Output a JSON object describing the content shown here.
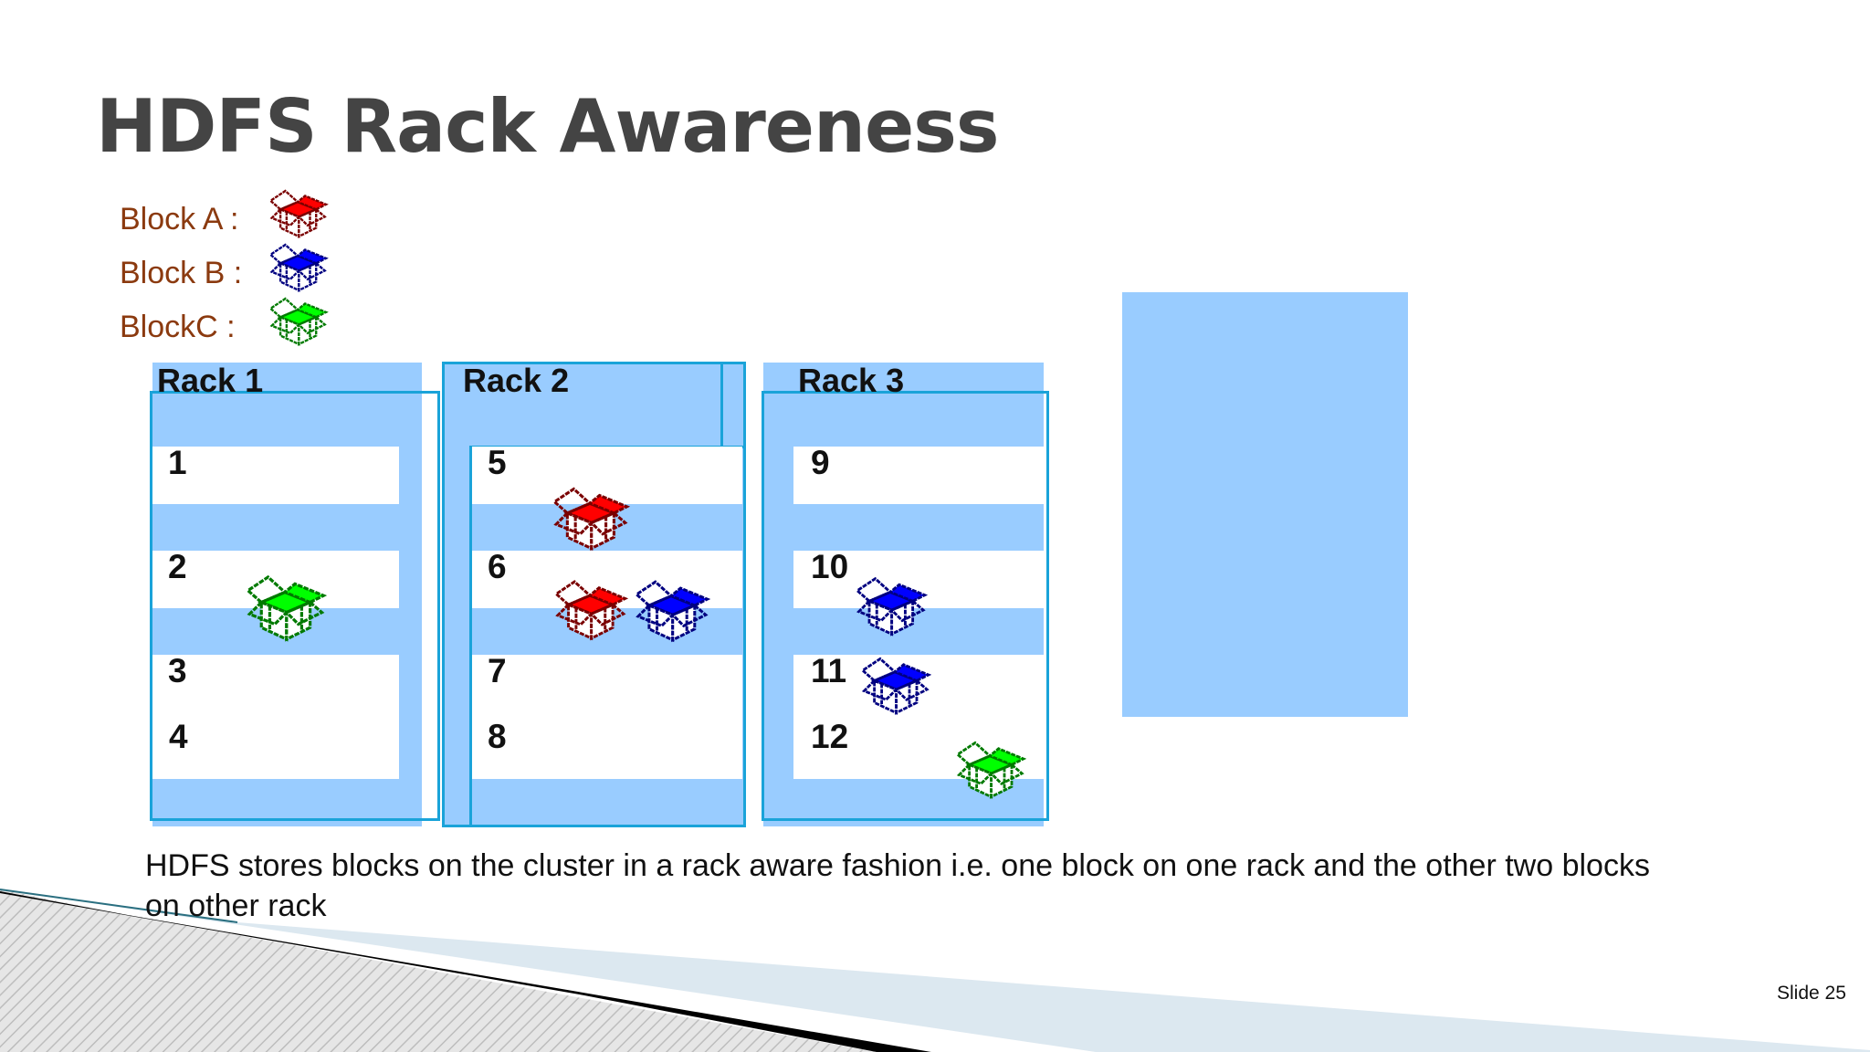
{
  "slide": {
    "title": "HDFS Rack Awareness",
    "description": "HDFS stores blocks on the cluster in a rack aware fashion i.e. one block on one rack and the other two blocks on  other rack",
    "slide_number": "Slide 25"
  },
  "legend": [
    {
      "label": "Block A :",
      "color": "#FF0000"
    },
    {
      "label": "Block B :",
      "color": "#0000FF"
    },
    {
      "label": "BlockC :",
      "color": "#00FF00"
    }
  ],
  "racks": [
    {
      "label": "Rack 1",
      "nodes": [
        "1",
        "2",
        "3",
        "4"
      ]
    },
    {
      "label": "Rack 2",
      "nodes": [
        "5",
        "6",
        "7",
        "8"
      ]
    },
    {
      "label": "Rack 3",
      "nodes": [
        "9",
        "10",
        "11",
        "12"
      ]
    }
  ],
  "colors": {
    "rack_fill": "#99CCFF",
    "rack_border": "#1AA3D9",
    "title": "#444444",
    "legend_text": "#8B3A0F"
  }
}
